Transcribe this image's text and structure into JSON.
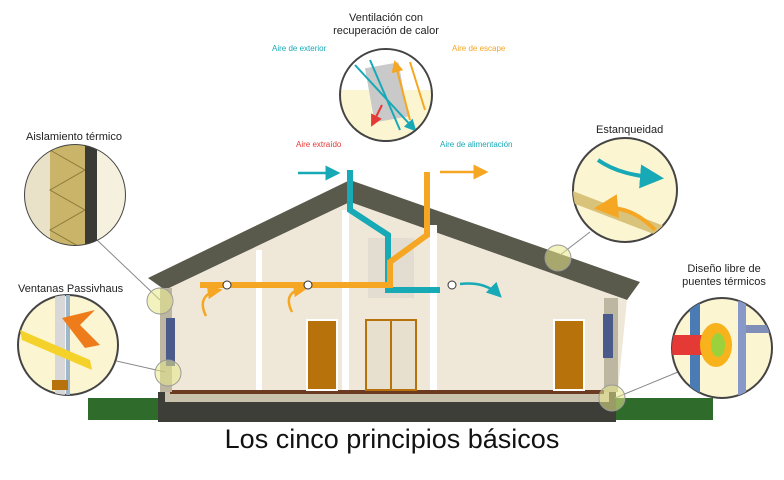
{
  "title": "Los cinco principios básicos",
  "ventilation": {
    "title_line1": "Ventilación con",
    "title_line2": "recuperación de calor",
    "outdoor_air": "Aire de exterior",
    "exhaust_air": "Aire de escape",
    "extract_air": "Aire extraído",
    "supply_air": "Aire de alimentación"
  },
  "principles": {
    "insulation": "Aislamiento térmico",
    "windows": "Ventanas Passivhaus",
    "airtightness": "Estanqueidad",
    "thermal_bridge_line1": "Diseño libre de",
    "thermal_bridge_line2": "puentes térmicos"
  },
  "colors": {
    "cold_air": "#17a9b6",
    "warm_air": "#f5a623",
    "extract": "#e53935",
    "roof": "#5a5a4c",
    "wall_interior": "#efe8d8",
    "ground": "#2f6b2a",
    "floor": "#6b3a20",
    "callout_bg": "#fcf5d2"
  }
}
